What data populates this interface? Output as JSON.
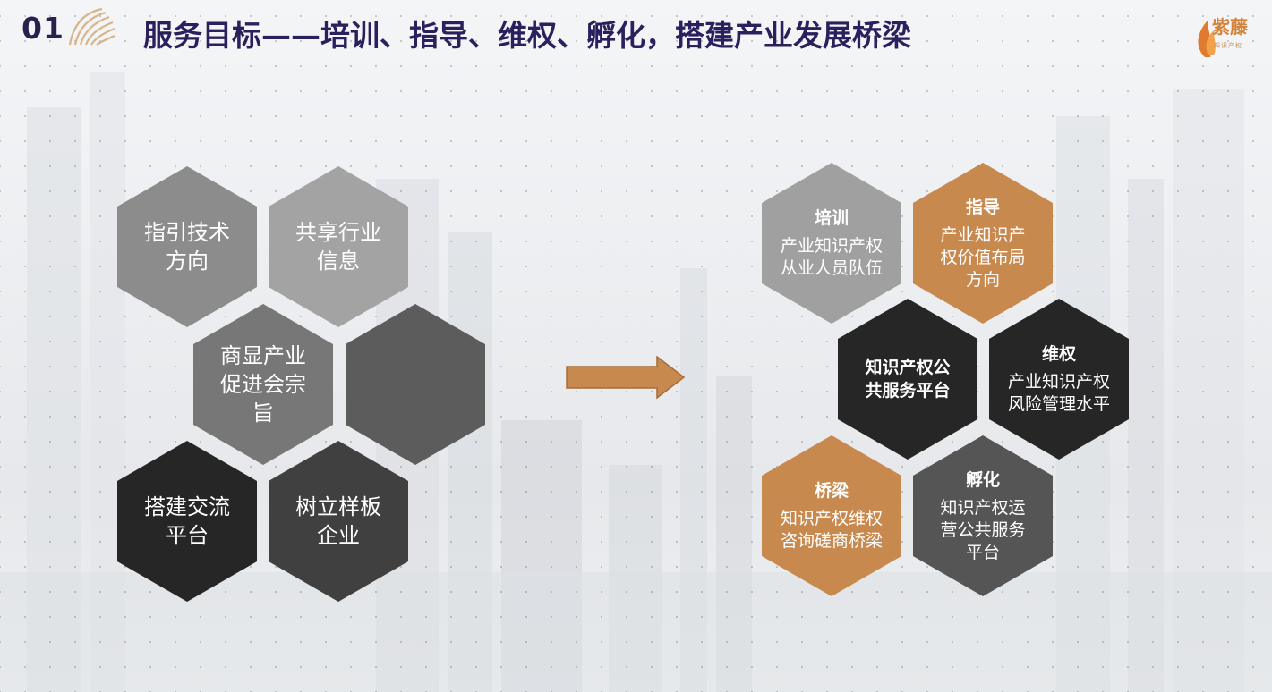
{
  "header": {
    "number": "01",
    "title": "服务目标——培训、指导、维权、孵化，搭建产业发展桥梁",
    "logo_text": "紫藤",
    "logo_sub": "知识产权"
  },
  "left_hexagons": [
    {
      "label": "指引技术方向",
      "color": "#8c8c8c"
    },
    {
      "label": "共享行业信息",
      "color": "#a3a3a3"
    },
    {
      "label": "商显产业促进会宗旨",
      "color": "#777777"
    },
    {
      "label": "",
      "color": "#5c5c5c"
    },
    {
      "label": "搭建交流平台",
      "color": "#262626"
    },
    {
      "label": "树立样板企业",
      "color": "#404040"
    }
  ],
  "right_hexagons": [
    {
      "heading": "培训",
      "text": "产业知识产权从业人员队伍",
      "color": "#a0a0a0"
    },
    {
      "heading": "指导",
      "text": "产业知识产权价值布局方向",
      "color": "#c8894f"
    },
    {
      "heading": "",
      "text": "知识产权公共服务平台",
      "color": "#262626"
    },
    {
      "heading": "维权",
      "text": "产业知识产权风险管理水平",
      "color": "#262626"
    },
    {
      "heading": "桥梁",
      "text": "知识产权维权咨询磋商桥梁",
      "color": "#c8894f"
    },
    {
      "heading": "孵化",
      "text": "知识产权运营公共服务平台",
      "color": "#555555"
    }
  ],
  "colors": {
    "title": "#2b1f5e",
    "accent": "#c8894f",
    "arrow": "#c8894f"
  }
}
